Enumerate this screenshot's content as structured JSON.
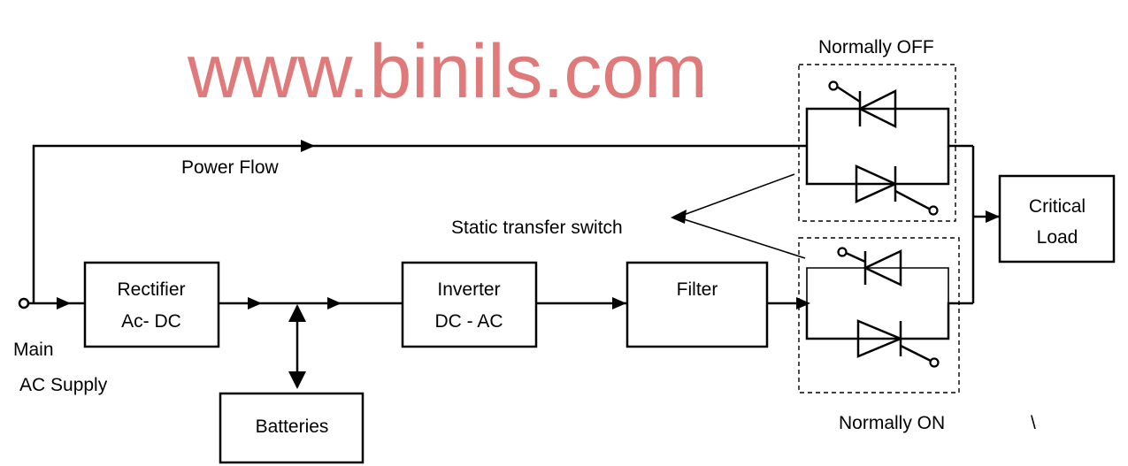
{
  "watermark": "www.binils.com",
  "labels": {
    "power_flow": "Power Flow",
    "main": "Main",
    "ac_supply": "AC Supply",
    "static_transfer_switch": "Static transfer switch",
    "normally_off": "Normally OFF",
    "normally_on": "Normally ON",
    "backslash": "\\"
  },
  "blocks": {
    "rectifier": {
      "line1": "Rectifier",
      "line2": "Ac- DC"
    },
    "inverter": {
      "line1": "Inverter",
      "line2": "DC - AC"
    },
    "filter": {
      "line1": "Filter"
    },
    "batteries": {
      "line1": "Batteries"
    },
    "critical_load": {
      "line1": "Critical",
      "line2": "Load"
    }
  }
}
